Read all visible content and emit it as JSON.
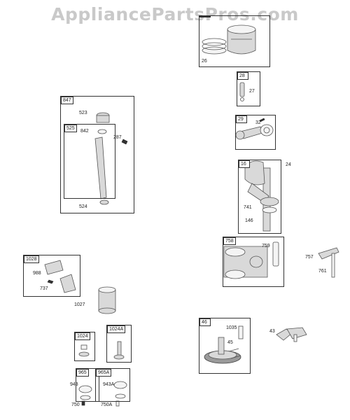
{
  "watermark": "AppliancePartsPros.com",
  "groups": {
    "piston": {
      "tag": "",
      "labels": [
        "26"
      ]
    },
    "pin": {
      "tag": "28",
      "labels": [
        "27"
      ]
    },
    "rod": {
      "tag": "29",
      "labels": [
        "32"
      ]
    },
    "crank": {
      "tag": "16",
      "labels": [
        "24",
        "741",
        "146"
      ]
    },
    "sump": {
      "tag": "758",
      "labels": [
        "759"
      ]
    },
    "rocker": {
      "labels": [
        "757",
        "761"
      ]
    },
    "dipstick": {
      "tag": "847",
      "labels": [
        "523",
        "842",
        "287",
        "524"
      ]
    },
    "dipstick_inner": {
      "tag": "525"
    },
    "oil_filter": {
      "tag": "1028",
      "labels": [
        "988",
        "737",
        "1027"
      ]
    },
    "cam": {
      "tag": "46",
      "labels": [
        "1035",
        "45"
      ]
    },
    "governor": {
      "labels": [
        "43"
      ]
    },
    "k1024": {
      "tag": "1024"
    },
    "k1024a": {
      "tag": "1024A"
    },
    "k965": {
      "tag": "965",
      "labels": [
        "943"
      ]
    },
    "k965a": {
      "tag": "965A",
      "labels": [
        "943A"
      ]
    },
    "bottom": {
      "labels": [
        "750",
        "750A"
      ]
    }
  },
  "colors": {
    "line": "#333333",
    "part_fill": "#d9d9d9",
    "watermark": "#c9c9c9"
  }
}
